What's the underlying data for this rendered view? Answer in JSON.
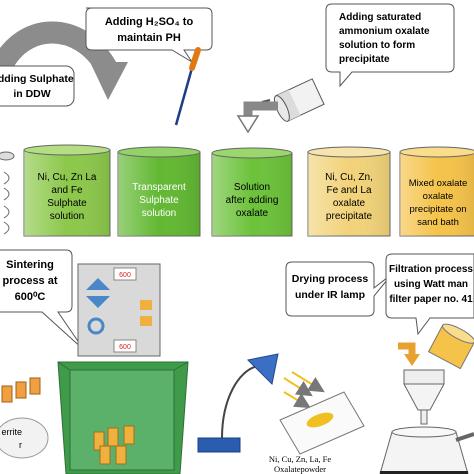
{
  "callouts": {
    "add_sulphate": [
      "Adding Sulphate",
      "in DDW"
    ],
    "add_h2so4": [
      "Adding H₂SO₄ to",
      "maintain PH"
    ],
    "add_oxalate": [
      "Adding saturated",
      "ammonium oxalate",
      "solution to form",
      "precipitate"
    ],
    "sintering": [
      "Sintering",
      "process at",
      "600⁰C"
    ],
    "drying": [
      "Drying process",
      "under IR lamp"
    ],
    "filtration": [
      "Filtration process",
      "using Watt man",
      "filter paper no. 41"
    ]
  },
  "beakers": [
    {
      "lines": [
        "Ni, Cu, Zn La",
        "and Fe",
        "Sulphate",
        "solution"
      ],
      "color": "#8cc84b"
    },
    {
      "lines": [
        "Transparent",
        "Sulphate",
        "solution"
      ],
      "color": "#62b832"
    },
    {
      "lines": [
        "Solution",
        "after adding",
        "oxalate"
      ],
      "color": "#6cc23a"
    },
    {
      "lines": [
        "Ni, Cu, Zn,",
        "Fe and La",
        "oxalate",
        "precipitate"
      ],
      "color": "#f2d37a"
    },
    {
      "lines": [
        "Mixed oxalate",
        "oxalate",
        "precipitate on",
        "sand bath"
      ],
      "color": "#f5c34a"
    }
  ],
  "furnace": {
    "display_top": "600",
    "display_bottom": "600"
  },
  "powder_label": [
    "Ni, Cu, Zn, La, Fe",
    "Oxalatepowder"
  ],
  "ferrite_label": [
    "errite",
    "r"
  ],
  "colors": {
    "arrow_gray": "#8c8c8c",
    "furnace_green": "#3f9b4a",
    "orange": "#e8a93a",
    "lamp_blue": "#3b6fc4"
  }
}
